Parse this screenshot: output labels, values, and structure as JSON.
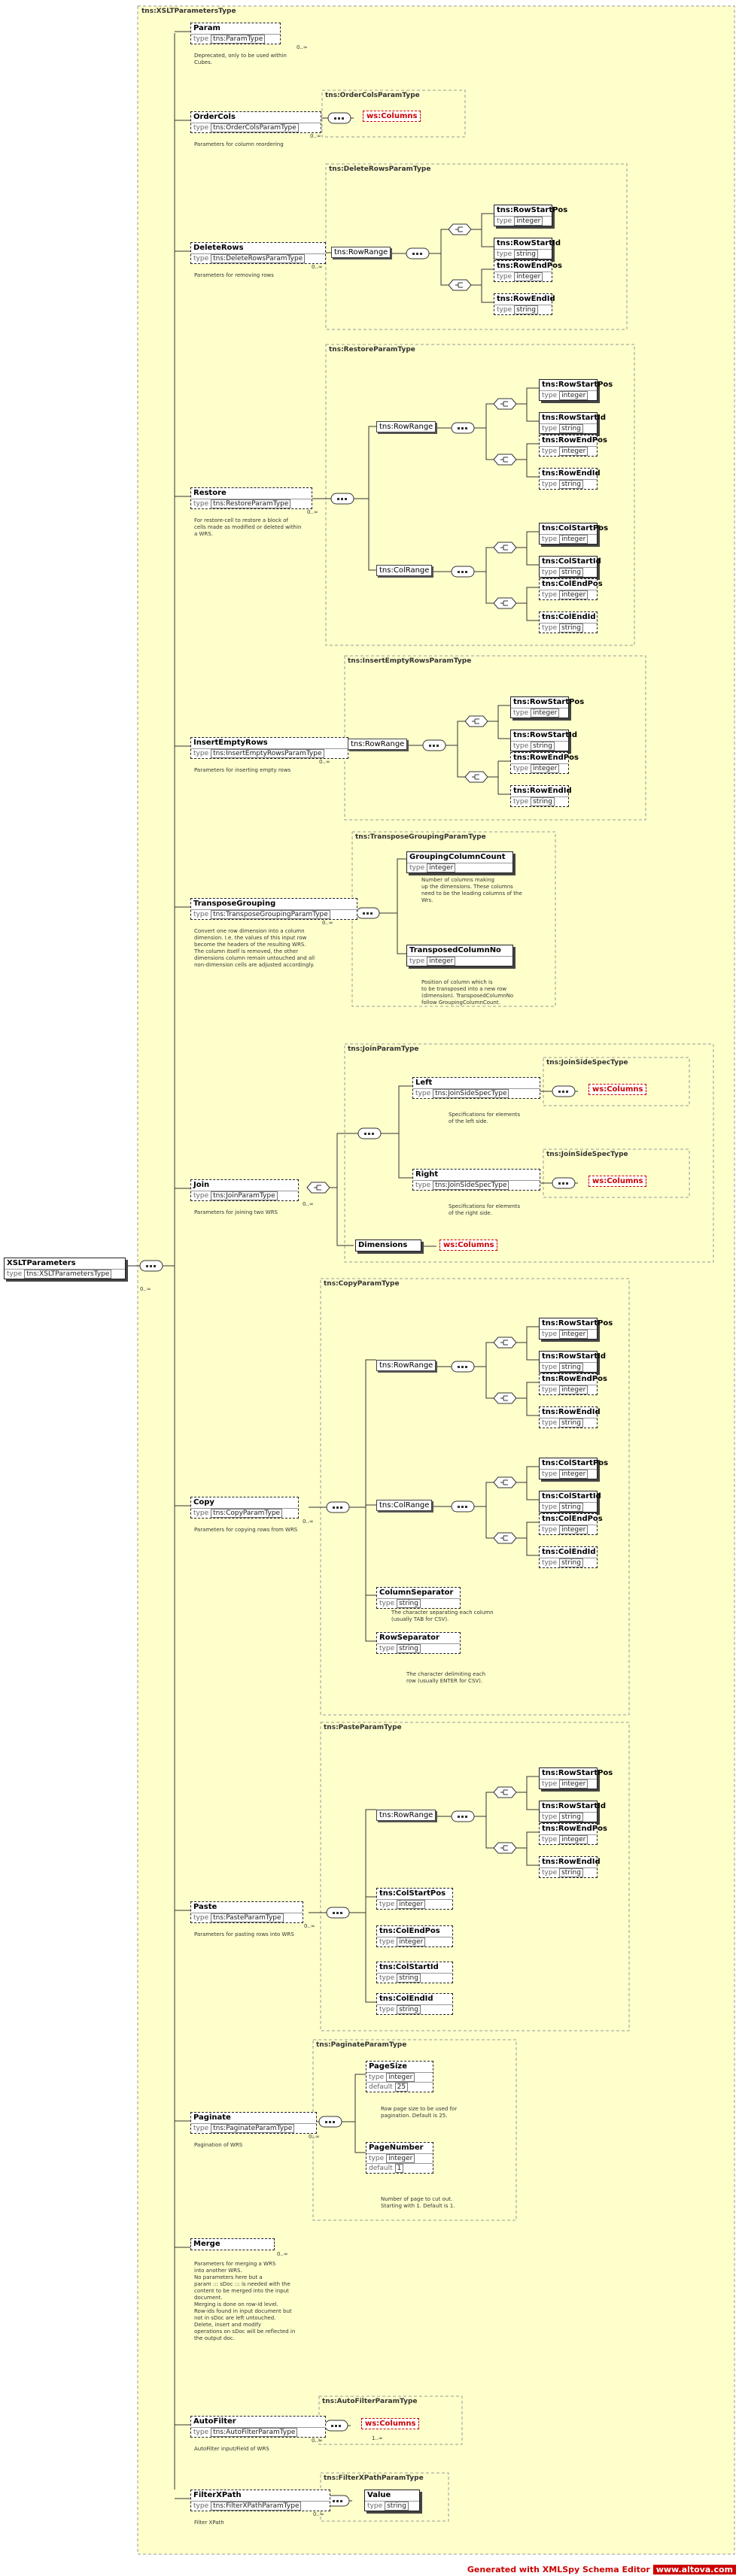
{
  "colors": {
    "yellow_fill": "#ffffcc",
    "group_border": "#999999",
    "line": "#333333",
    "ref_red": "#cc0000"
  },
  "root": {
    "name": "XSLTParameters",
    "type_label": "type",
    "type": "tns:XSLTParametersType",
    "card": "0..∞"
  },
  "outer_title": "tns:XSLTParametersType",
  "elements": [
    {
      "id": "param",
      "name": "Param",
      "type": "tns:ParamType",
      "card": "0..∞",
      "doc": "Deprecated, only to be used within\nCubes."
    },
    {
      "id": "ordercols",
      "name": "OrderCols",
      "type": "tns:OrderColsParamType",
      "card": "0..∞",
      "doc": "Parameters for column reordering",
      "group": "tns:OrderColsParamType",
      "ref": "ws:Columns"
    },
    {
      "id": "deleterows",
      "name": "DeleteRows",
      "type": "tns:DeleteRowsParamType",
      "card": "0..∞",
      "doc": "Parameters for removing rows",
      "group": "tns:DeleteRowsParamType",
      "range": "tns:RowRange"
    },
    {
      "id": "restore",
      "name": "Restore",
      "type": "tns:RestoreParamType",
      "card": "0..∞",
      "doc": "For restore-cell to restore a block of\ncells made as modified or deleted within\na WRS.",
      "group": "tns:RestoreParamType"
    },
    {
      "id": "insertempty",
      "name": "InsertEmptyRows",
      "type": "tns:InsertEmptyRowsParamType",
      "card": "0..∞",
      "doc": "Parameters for inserting empty rows",
      "group": "tns:InsertEmptyRowsParamType"
    },
    {
      "id": "transpose",
      "name": "TransposeGrouping",
      "type": "tns:TransposeGroupingParamType",
      "card": "0..∞",
      "doc": "Convert one row dimension into a column\ndimension. I.e. the values of this input row\nbecome the headers of the resulting WRS.\n    The column itself is removed, the other\ndimensions column remain untouched and all\nnon-dimension cells are adjusted accordingly.",
      "group": "tns:TransposeGroupingParamType"
    },
    {
      "id": "join",
      "name": "Join",
      "type": "tns:JoinParamType",
      "card": "0..∞",
      "doc": "Parameters for joining two WRS",
      "group": "tns:JoinParamType"
    },
    {
      "id": "copy",
      "name": "Copy",
      "type": "tns:CopyParamType",
      "card": "0..∞",
      "doc": "Parameters for copying rows from WRS",
      "group": "tns:CopyParamType"
    },
    {
      "id": "paste",
      "name": "Paste",
      "type": "tns:PasteParamType",
      "card": "0..∞",
      "doc": "Parameters for pasting rows into WRS",
      "group": "tns:PasteParamType"
    },
    {
      "id": "paginate",
      "name": "Paginate",
      "type": "tns:PaginateParamType",
      "card": "0..∞",
      "doc": "Pagination of WRS",
      "group": "tns:PaginateParamType"
    },
    {
      "id": "merge",
      "name": "Merge",
      "type": "",
      "card": "0..∞",
      "doc": "Parameters for merging a WRS\ninto another WRS.\n    No parameters here but a\nparam ::: sDoc ::: is needed with the\ncontent to be merged into the input\ndocument.\n    Merging is done on row-id level.\nRow-ids found in input document but\nnot in sDoc are left untouched.\n    Delete, insert and modify\noperations on sDoc will be reflected in\nthe output doc."
    },
    {
      "id": "autofilter",
      "name": "AutoFilter",
      "type": "tns:AutoFilterParamType",
      "card": "0..∞",
      "doc": "AutoFilter input/Field of WRS",
      "group": "tns:AutoFilterParamType",
      "ref": "ws:Columns",
      "ref_card": "1..∞"
    },
    {
      "id": "filterxpath",
      "name": "FilterXPath",
      "type": "tns:FilterXPathParamType",
      "card": "0..∞",
      "doc": "Filter XPath",
      "group": "tns:FilterXPathParamType"
    }
  ],
  "labels": {
    "type": "type",
    "default": "default",
    "row_range": "tns:RowRange",
    "col_range": "tns:ColRange",
    "row_start_pos": "tns:RowStartPos",
    "row_start_id": "tns:RowStartId",
    "row_end_pos": "tns:RowEndPos",
    "row_end_id": "tns:RowEndId",
    "col_start_pos": "tns:ColStartPos",
    "col_start_id": "tns:ColStartId",
    "col_end_pos": "tns:ColEndPos",
    "col_end_id": "tns:ColEndId",
    "integer": "integer",
    "string": "string",
    "grouping_col_count": "GroupingColumnCount",
    "grouping_col_count_doc": "Number of columns making\nup the dimensions. These columns\nneed to be the leading columns of the\nWrs.",
    "transposed_col_no": "TransposedColumnNo",
    "transposed_col_no_doc": "Position of column which is\nto be transposed into a new row\n(dimension). TransposedColumnNo\nfollow GroupingColumnCount.",
    "left": "Left",
    "right": "Right",
    "join_side_type": "tns:JoinSideSpecType",
    "join_side_group": "tns:JoinSideSpecType",
    "left_doc": "Specifications for elements\nof the left side.",
    "right_doc": "Specifications for elements\nof the right side.",
    "dimensions": "Dimensions",
    "ws_columns": "ws:Columns",
    "col_separator": "ColumnSeparator",
    "col_separator_doc": "The character separating each column\n(usually TAB for CSV).",
    "row_separator": "RowSeparator",
    "row_separator_doc": "The character delimiting each\nrow (usually ENTER for CSV).",
    "page_size": "PageSize",
    "page_size_default": "25",
    "page_size_doc": "Row page size to be used for\npagination. Default is 25.",
    "page_number": "PageNumber",
    "page_number_default": "1",
    "page_number_doc": "Number of page to cut out.\nStarting with 1. Default is 1.",
    "value": "Value"
  },
  "footer": {
    "generated": "Generated with XMLSpy Schema Editor",
    "url": "www.altova.com"
  }
}
